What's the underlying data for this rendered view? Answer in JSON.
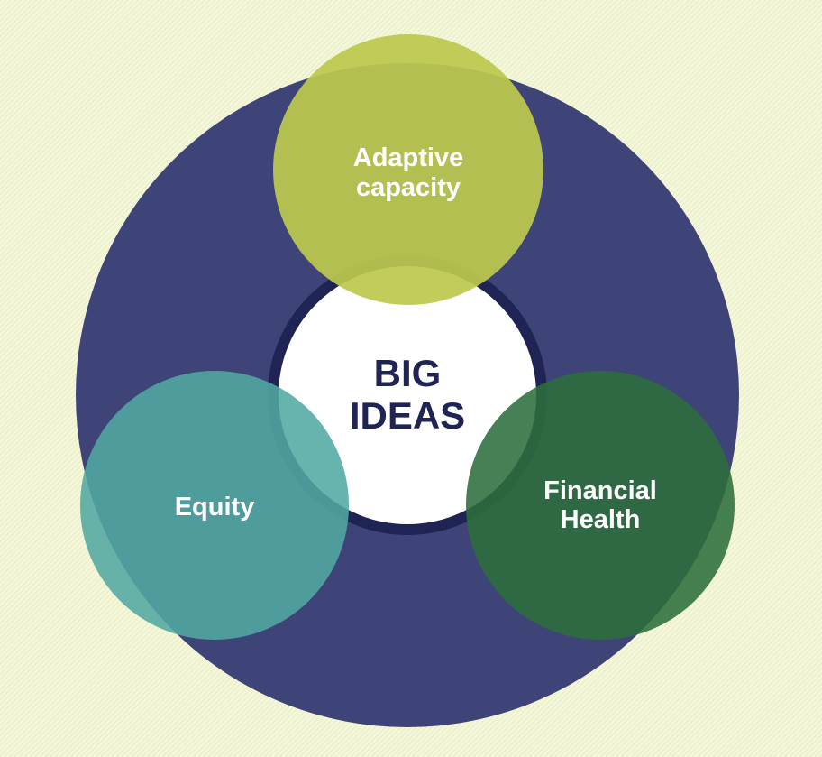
{
  "center": {
    "line1": "BIG",
    "line2": "IDEAS"
  },
  "circles": {
    "top": {
      "line1": "Adaptive",
      "line2": "capacity"
    },
    "left": {
      "line1": "Equity"
    },
    "right": {
      "line1": "Financial",
      "line2": "Health"
    }
  },
  "colors": {
    "background": "#f4f7d9",
    "outer_ring": "#3f4478",
    "center_border": "#1f2455",
    "center_fill": "#ffffff",
    "center_text": "#1f2455",
    "top_circle": "#bcc84e",
    "left_circle": "#52a8a2",
    "right_circle": "#2e6e3c",
    "label_text": "#ffffff"
  }
}
